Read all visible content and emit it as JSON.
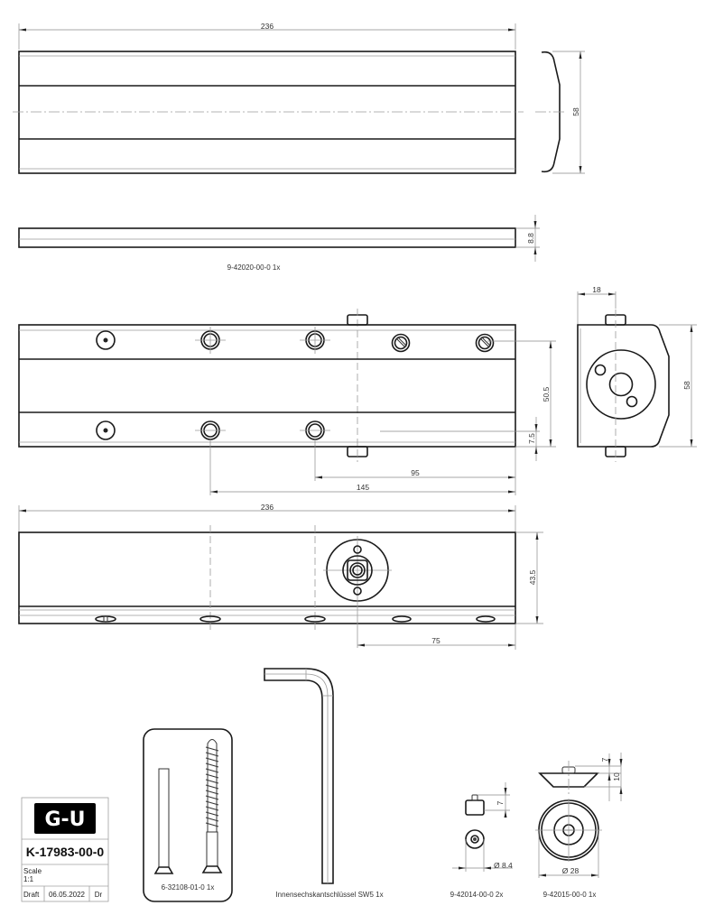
{
  "drawing": {
    "title_block": {
      "logo_text": "G-U",
      "drawing_number": "K-17983-00-0",
      "scale_label": "Scale",
      "scale_value": "1:1",
      "status": "Draft",
      "date": "06.05.2022",
      "author": "Dr"
    },
    "views": {
      "cover_top": {
        "dim_length": "236",
        "dim_height": "58"
      },
      "cover_side": {
        "dim_thickness": "8.8",
        "part_label": "9-42020-00-0   1x"
      },
      "body_front": {
        "dim_95": "95",
        "dim_145": "145",
        "dim_50_5": "50.5",
        "dim_7_5": "7.5"
      },
      "body_end": {
        "dim_width": "18",
        "dim_height": "58"
      },
      "body_bottom": {
        "dim_length": "236",
        "dim_height": "43.5",
        "dim_75": "75"
      }
    },
    "accessories": [
      {
        "id": "screws",
        "label": "6-32108-01-0   1x"
      },
      {
        "id": "hex-key",
        "label": "Innensechskantschlüssel SW5   1x"
      },
      {
        "id": "small-cap",
        "label": "9-42014-00-0   2x",
        "dim_height": "7",
        "dim_diameter": "Ø 8.4"
      },
      {
        "id": "large-cap",
        "label": "9-42015-00-0   1x",
        "dim_top": "7",
        "dim_height": "10",
        "dim_diameter": "Ø 28"
      }
    ]
  }
}
